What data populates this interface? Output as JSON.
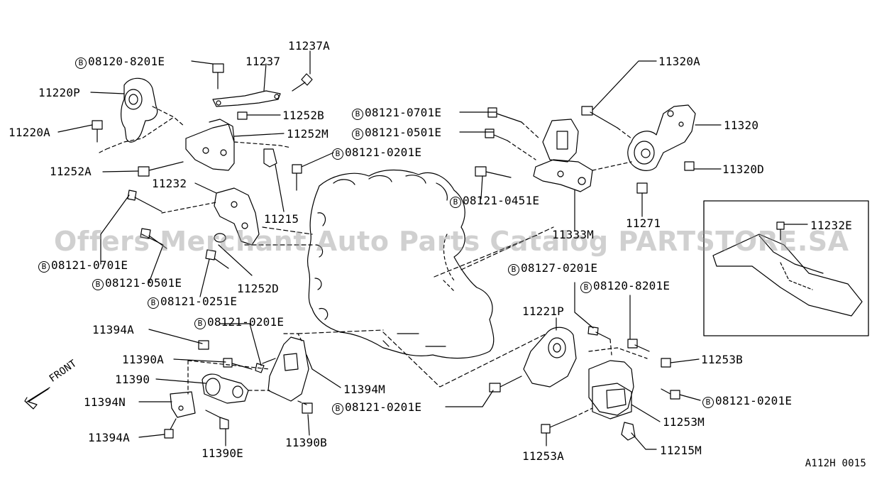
{
  "watermark": "Offers Merchant Auto Parts Catalog PARTSTORE.SA",
  "diagram_id": "A112H 0015",
  "front_label": "FRONT",
  "bolt_marker": "B",
  "labels": {
    "b_08120_8201E_top": "08120-8201E",
    "p_11237A": "11237A",
    "p_11237": "11237",
    "p_11220P": "11220P",
    "p_11220A": "11220A",
    "p_11252B": "11252B",
    "p_11252M": "11252M",
    "b_08121_0201E_mid": "08121-0201E",
    "p_11252A": "11252A",
    "p_11232": "11232",
    "p_11215": "11215",
    "b_08121_0701E_left": "08121-0701E",
    "b_08121_0501E_left": "08121-0501E",
    "p_11252D": "11252D",
    "b_08121_0251E": "08121-0251E",
    "b_08121_0701E_right": "08121-0701E",
    "b_08121_0501E_right": "08121-0501E",
    "p_11320A": "11320A",
    "p_11320": "11320",
    "p_11320D": "11320D",
    "b_08121_0451E": "08121-0451E",
    "p_11271": "11271",
    "p_11333M": "11333M",
    "p_11232E": "11232E",
    "b_08127_0201E": "08127-0201E",
    "b_08120_8201E_right": "08120-8201E",
    "p_11221P": "11221P",
    "p_11253B": "11253B",
    "b_08121_0201E_right": "08121-0201E",
    "p_11253M": "11253M",
    "p_11215M": "11215M",
    "p_11253A": "11253A",
    "b_08121_0201E_bottom": "08121-0201E",
    "p_11394A_top": "11394A",
    "b_08121_0201E_left": "08121-0201E",
    "p_11390A": "11390A",
    "p_11390": "11390",
    "p_11394N": "11394N",
    "p_11394A_bottom": "11394A",
    "p_11390E": "11390E",
    "p_11390B": "11390B",
    "p_11394M": "11394M"
  }
}
